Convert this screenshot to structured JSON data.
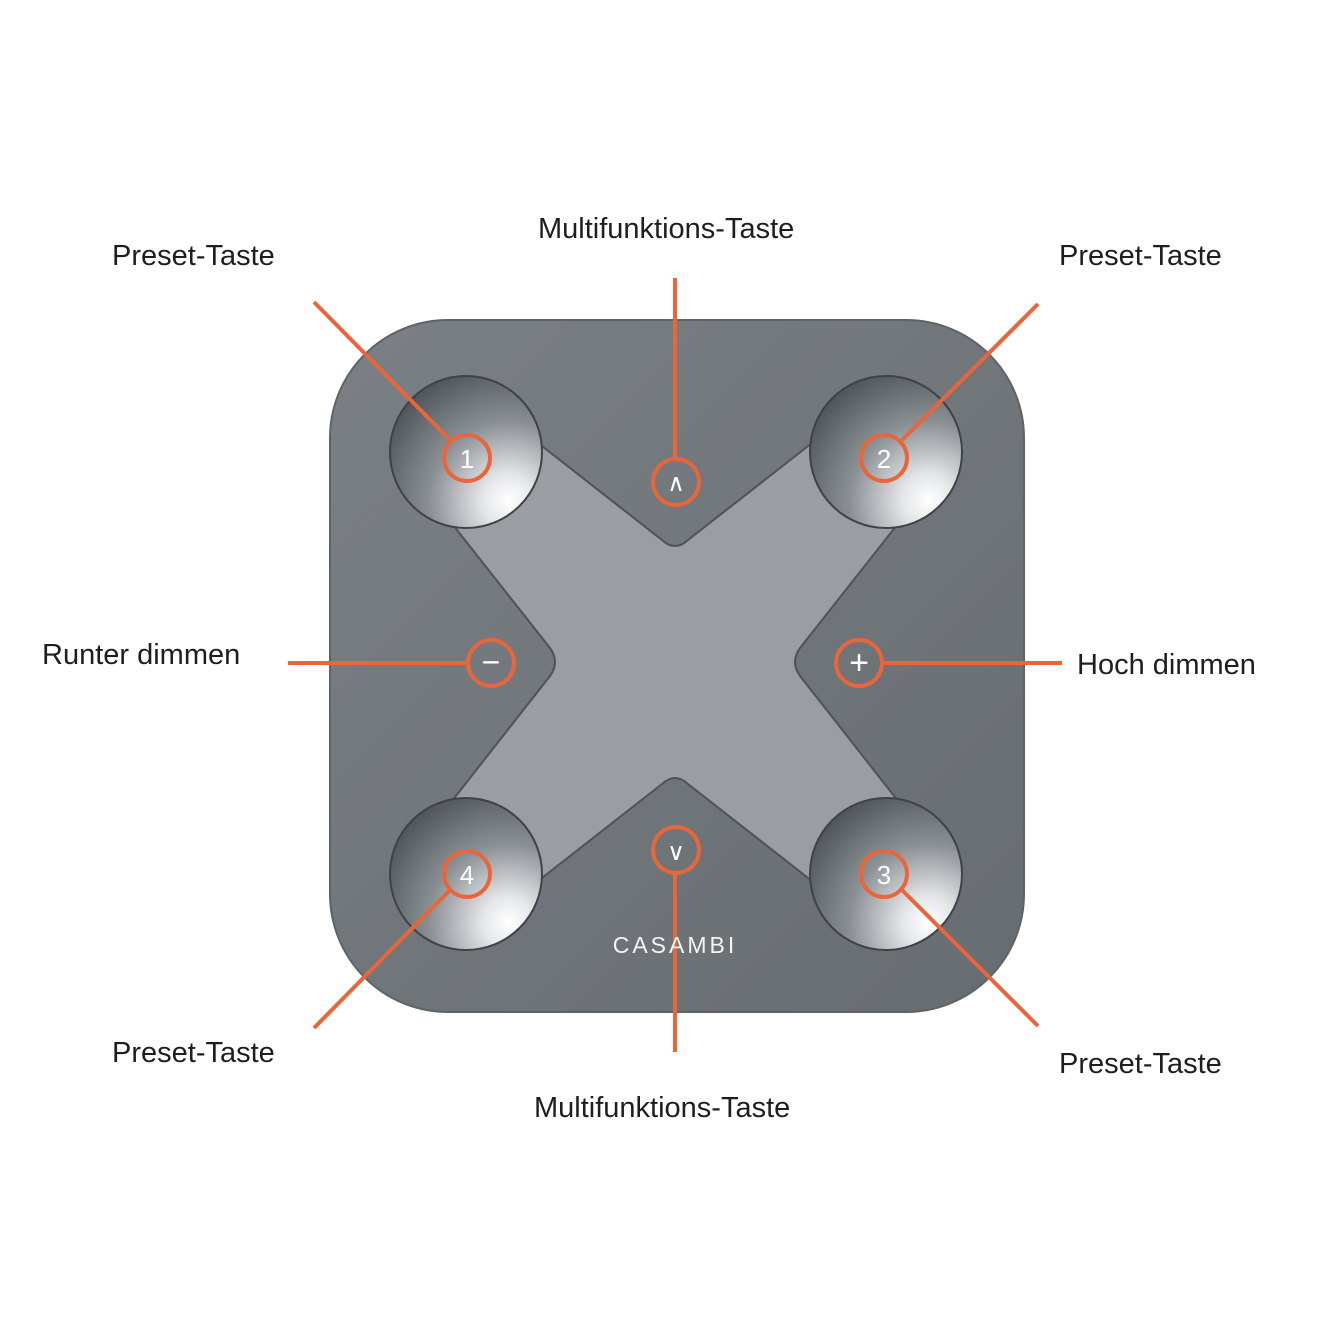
{
  "labels": {
    "preset_top_left": "Preset-Taste",
    "preset_top_right": "Preset-Taste",
    "preset_bottom_left": "Preset-Taste",
    "preset_bottom_right": "Preset-Taste",
    "multi_top": "Multifunktions-Taste",
    "multi_bottom": "Multifunktions-Taste",
    "dim_down": "Runter dimmen",
    "dim_up": "Hoch dimmen"
  },
  "buttons": {
    "preset_1": "1",
    "preset_2": "2",
    "preset_3": "3",
    "preset_4": "4",
    "up": "∧",
    "down": "∨",
    "minus": "−",
    "plus": "+"
  },
  "brand": "CASAMBI",
  "colors": {
    "callout": "#e8663a",
    "device_body": "#72777c",
    "cross": "#9a9ea3"
  }
}
